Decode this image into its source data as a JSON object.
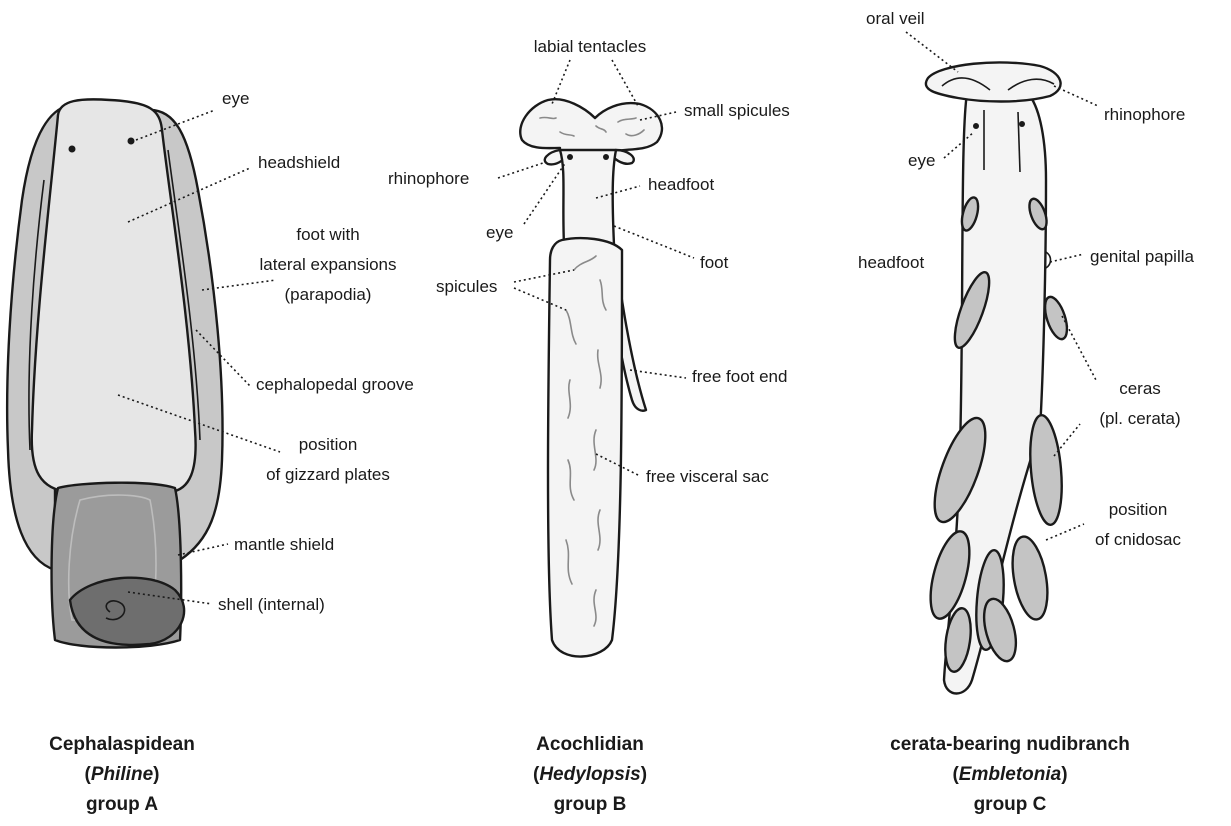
{
  "colors": {
    "outline": "#1a1a1a",
    "body_light": "#e6e6e6",
    "body_pale": "#f4f4f4",
    "parapodia": "#c8c8c8",
    "mantle": "#9b9b9b",
    "shell": "#6e6e6e",
    "cerata": "#c4c4c4",
    "spicule": "#8a8a8a"
  },
  "panels": {
    "a": {
      "caption_line1": "Cephalaspidean",
      "caption_open": "(",
      "caption_genus": "Philine",
      "caption_close": ")",
      "caption_line3": "group A",
      "labels": {
        "eye": "eye",
        "headshield": "headshield",
        "foot_line1": "foot with",
        "foot_line2": "lateral expansions",
        "foot_line3": "(parapodia)",
        "groove": "cephalopedal groove",
        "gizzard_line1": "position",
        "gizzard_line2": "of gizzard plates",
        "mantle": "mantle shield",
        "shell": "shell (internal)"
      }
    },
    "b": {
      "caption_line1": "Acochlidian",
      "caption_open": "(",
      "caption_genus": "Hedylopsis",
      "caption_close": ")",
      "caption_line3": "group B",
      "labels": {
        "labial": "labial tentacles",
        "small_spicules": "small spicules",
        "rhinophore": "rhinophore",
        "headfoot": "headfoot",
        "eye": "eye",
        "foot": "foot",
        "spicules": "spicules",
        "free_foot_end": "free foot end",
        "visceral_sac": "free visceral sac"
      }
    },
    "c": {
      "caption_line1": "cerata-bearing nudibranch",
      "caption_open": "(",
      "caption_genus": "Embletonia",
      "caption_close": ")",
      "caption_line3": "group C",
      "labels": {
        "oral_veil": "oral veil",
        "rhinophore": "rhinophore",
        "eye": "eye",
        "headfoot": "headfoot",
        "genital": "genital papilla",
        "ceras_line1": "ceras",
        "ceras_line2": "(pl. cerata)",
        "cnido_line1": "position",
        "cnido_line2": "of cnidosac"
      }
    }
  }
}
